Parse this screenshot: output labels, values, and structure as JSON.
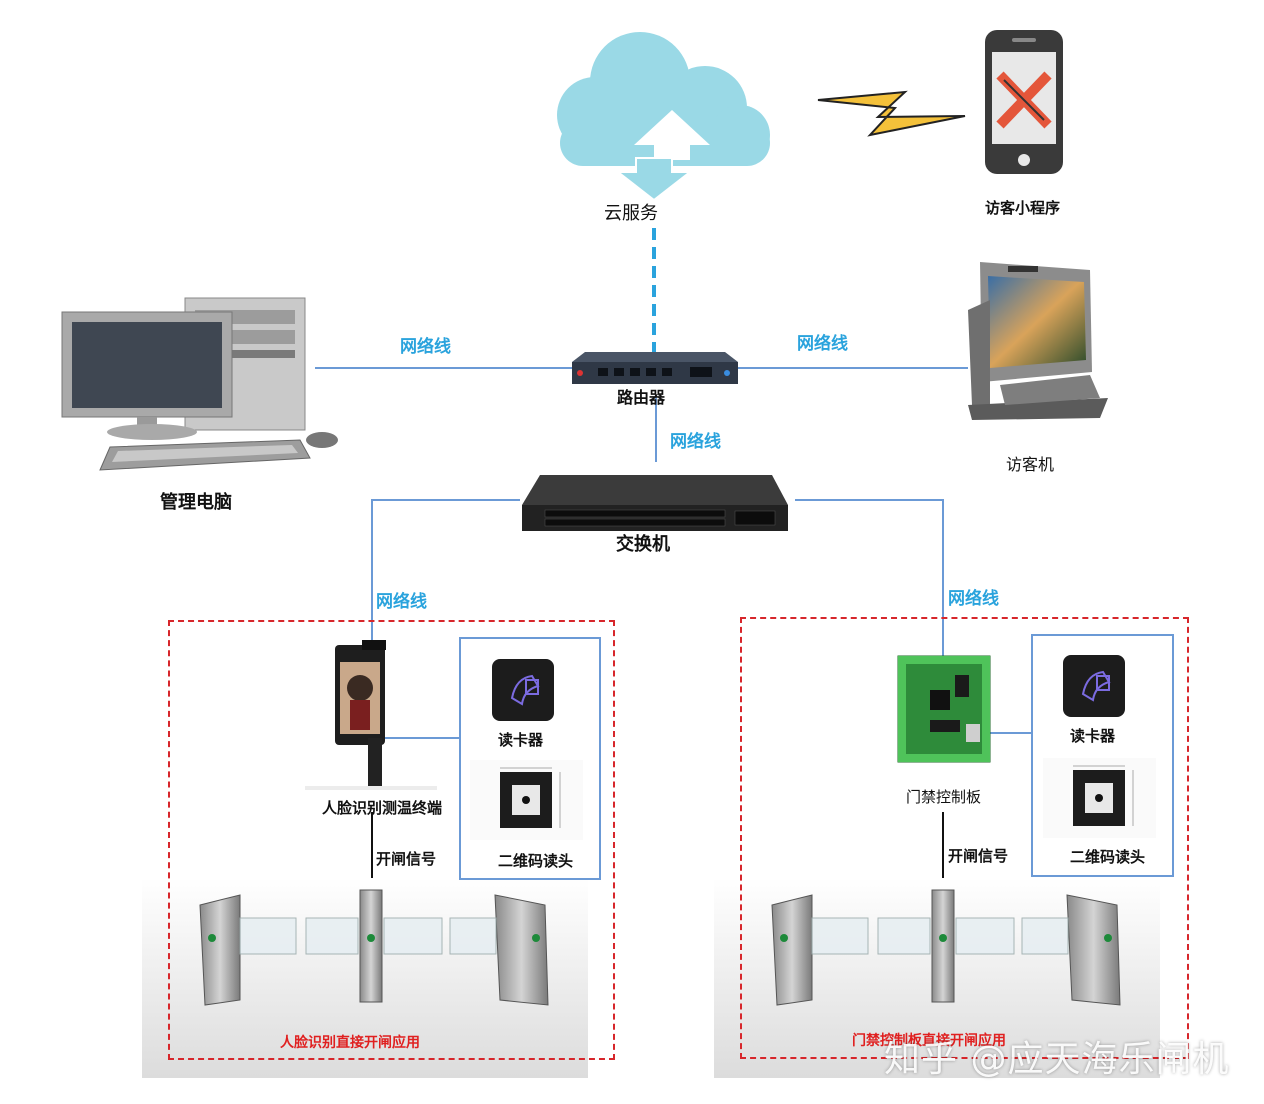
{
  "nodes": {
    "cloud": "云服务",
    "mini_program": "访客小程序",
    "router": "路由器",
    "admin_pc": "管理电脑",
    "visitor_machine": "访客机",
    "switch": "交换机",
    "face_terminal": "人脸识别测温终端",
    "card_reader_left": "读卡器",
    "qr_reader_left": "二维码读头",
    "access_board": "门禁控制板",
    "card_reader_right": "读卡器",
    "qr_reader_right": "二维码读头"
  },
  "links": {
    "pc_router": "网络线",
    "router_visitor": "网络线",
    "router_switch": "网络线",
    "switch_left": "网络线",
    "switch_right": "网络线"
  },
  "signals": {
    "left": "开闸信号",
    "right": "开闸信号"
  },
  "groups": {
    "left_caption": "人脸识别直接开闸应用",
    "right_caption": "门禁控制板直接开闸应用"
  },
  "watermark": "知乎 @应天海乐闸机",
  "colors": {
    "cable": "#6b9ad6",
    "label_blue": "#2aa3dd",
    "dash_red": "#d7262b",
    "cloud": "#9ad9e6"
  }
}
